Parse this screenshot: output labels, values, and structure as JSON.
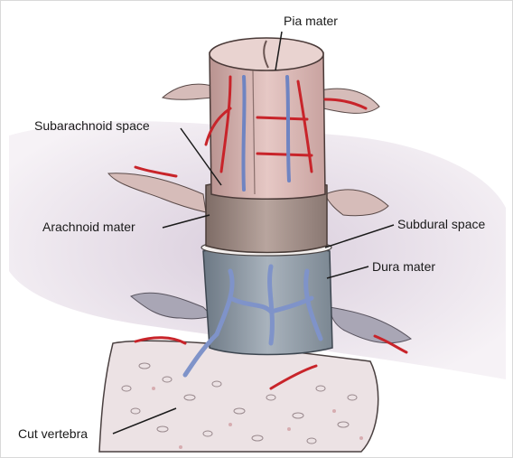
{
  "labels": {
    "pia_mater": "Pia mater",
    "subarachnoid_space": "Subarachnoid space",
    "arachnoid_mater": "Arachnoid mater",
    "subdural_space": "Subdural space",
    "dura_mater": "Dura mater",
    "cut_vertebra": "Cut vertebra"
  },
  "colors": {
    "spinal_cord": "#d9b3b0",
    "arachnoid": "#9c8a84",
    "dura": "#8e9aa6",
    "artery": "#c8242a",
    "vein": "#7f93c9",
    "bone": "#e7dde0",
    "background_membrane": "#e9dfe8"
  }
}
